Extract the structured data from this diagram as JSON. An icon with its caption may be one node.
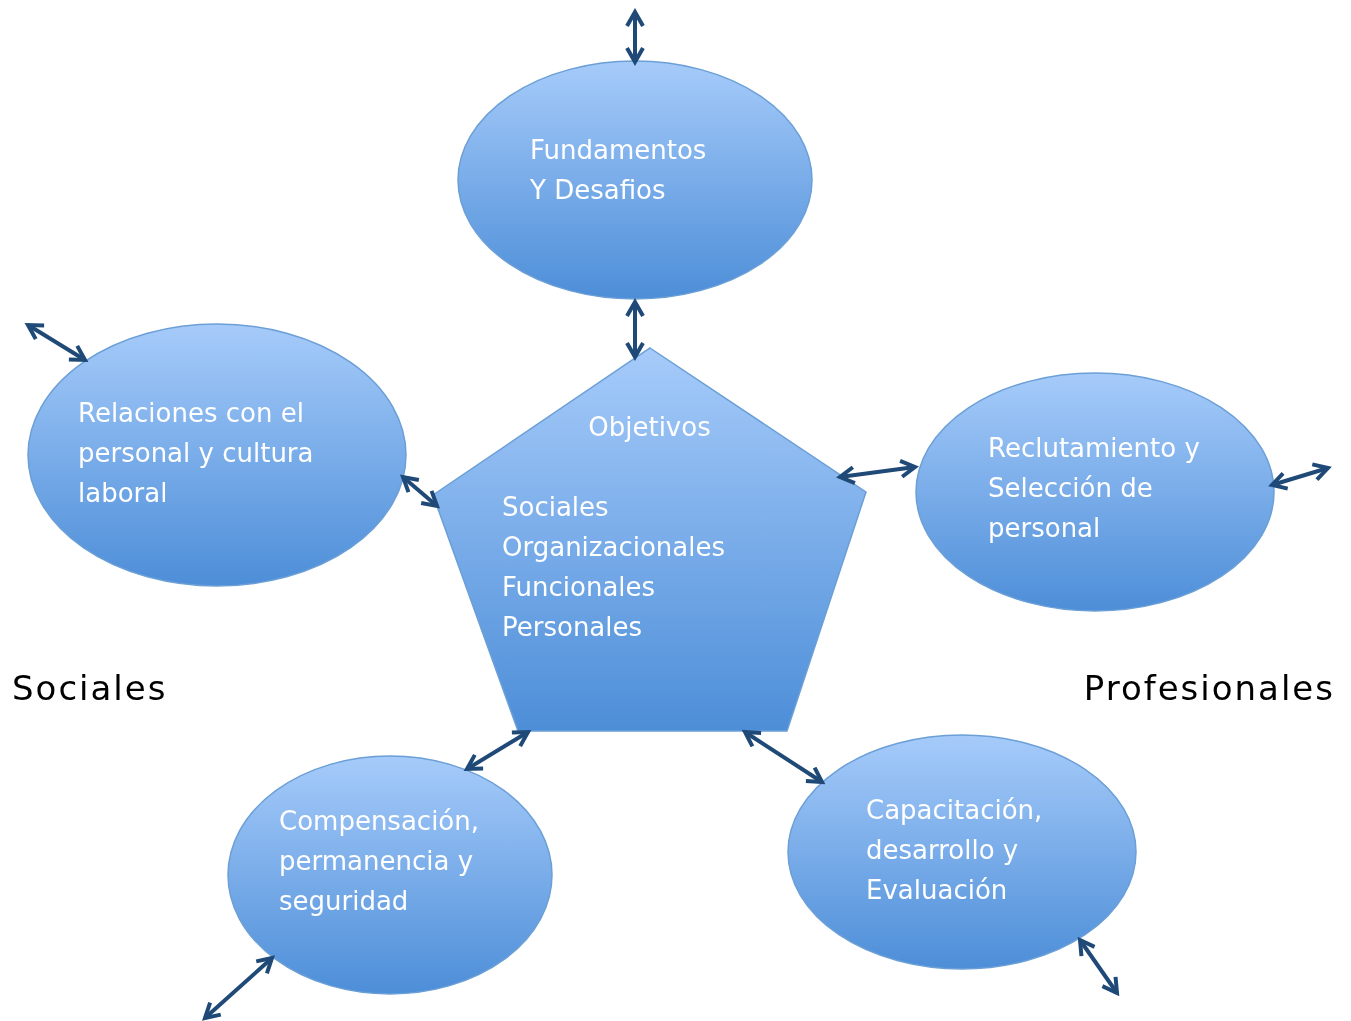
{
  "diagram": {
    "nodes": [
      {
        "text": [
          "Fundamentos Y Desafios"
        ]
      },
      {
        "text": [
          "Relaciones con el personal y cultura laboral"
        ]
      },
      {
        "text": [
          "Objetivos",
          "Sociales",
          "Organizacionales",
          "Funcionales",
          "Personales"
        ]
      },
      {
        "text": [
          "Reclutamiento y Selección de personal"
        ]
      },
      {
        "text": [
          "Compensación, permanencia y seguridad"
        ]
      },
      {
        "text": [
          "Capacitación, desarrollo y Evaluación"
        ]
      }
    ],
    "edges": [
      {
        "from": null,
        "to": 0,
        "arrow": "both"
      },
      {
        "from": 0,
        "to": 2,
        "arrow": "both"
      },
      {
        "from": null,
        "to": 1,
        "arrow": "both"
      },
      {
        "from": 1,
        "to": 2,
        "arrow": "both"
      },
      {
        "from": 2,
        "to": 3,
        "arrow": "both"
      },
      {
        "from": 3,
        "to": null,
        "arrow": "both"
      },
      {
        "from": 2,
        "to": 4,
        "arrow": "both"
      },
      {
        "from": 4,
        "to": null,
        "arrow": "both"
      },
      {
        "from": 2,
        "to": 5,
        "arrow": "both"
      },
      {
        "from": 5,
        "to": null,
        "arrow": "both"
      }
    ],
    "labels": [
      "Sociales",
      "Profesionales"
    ]
  }
}
